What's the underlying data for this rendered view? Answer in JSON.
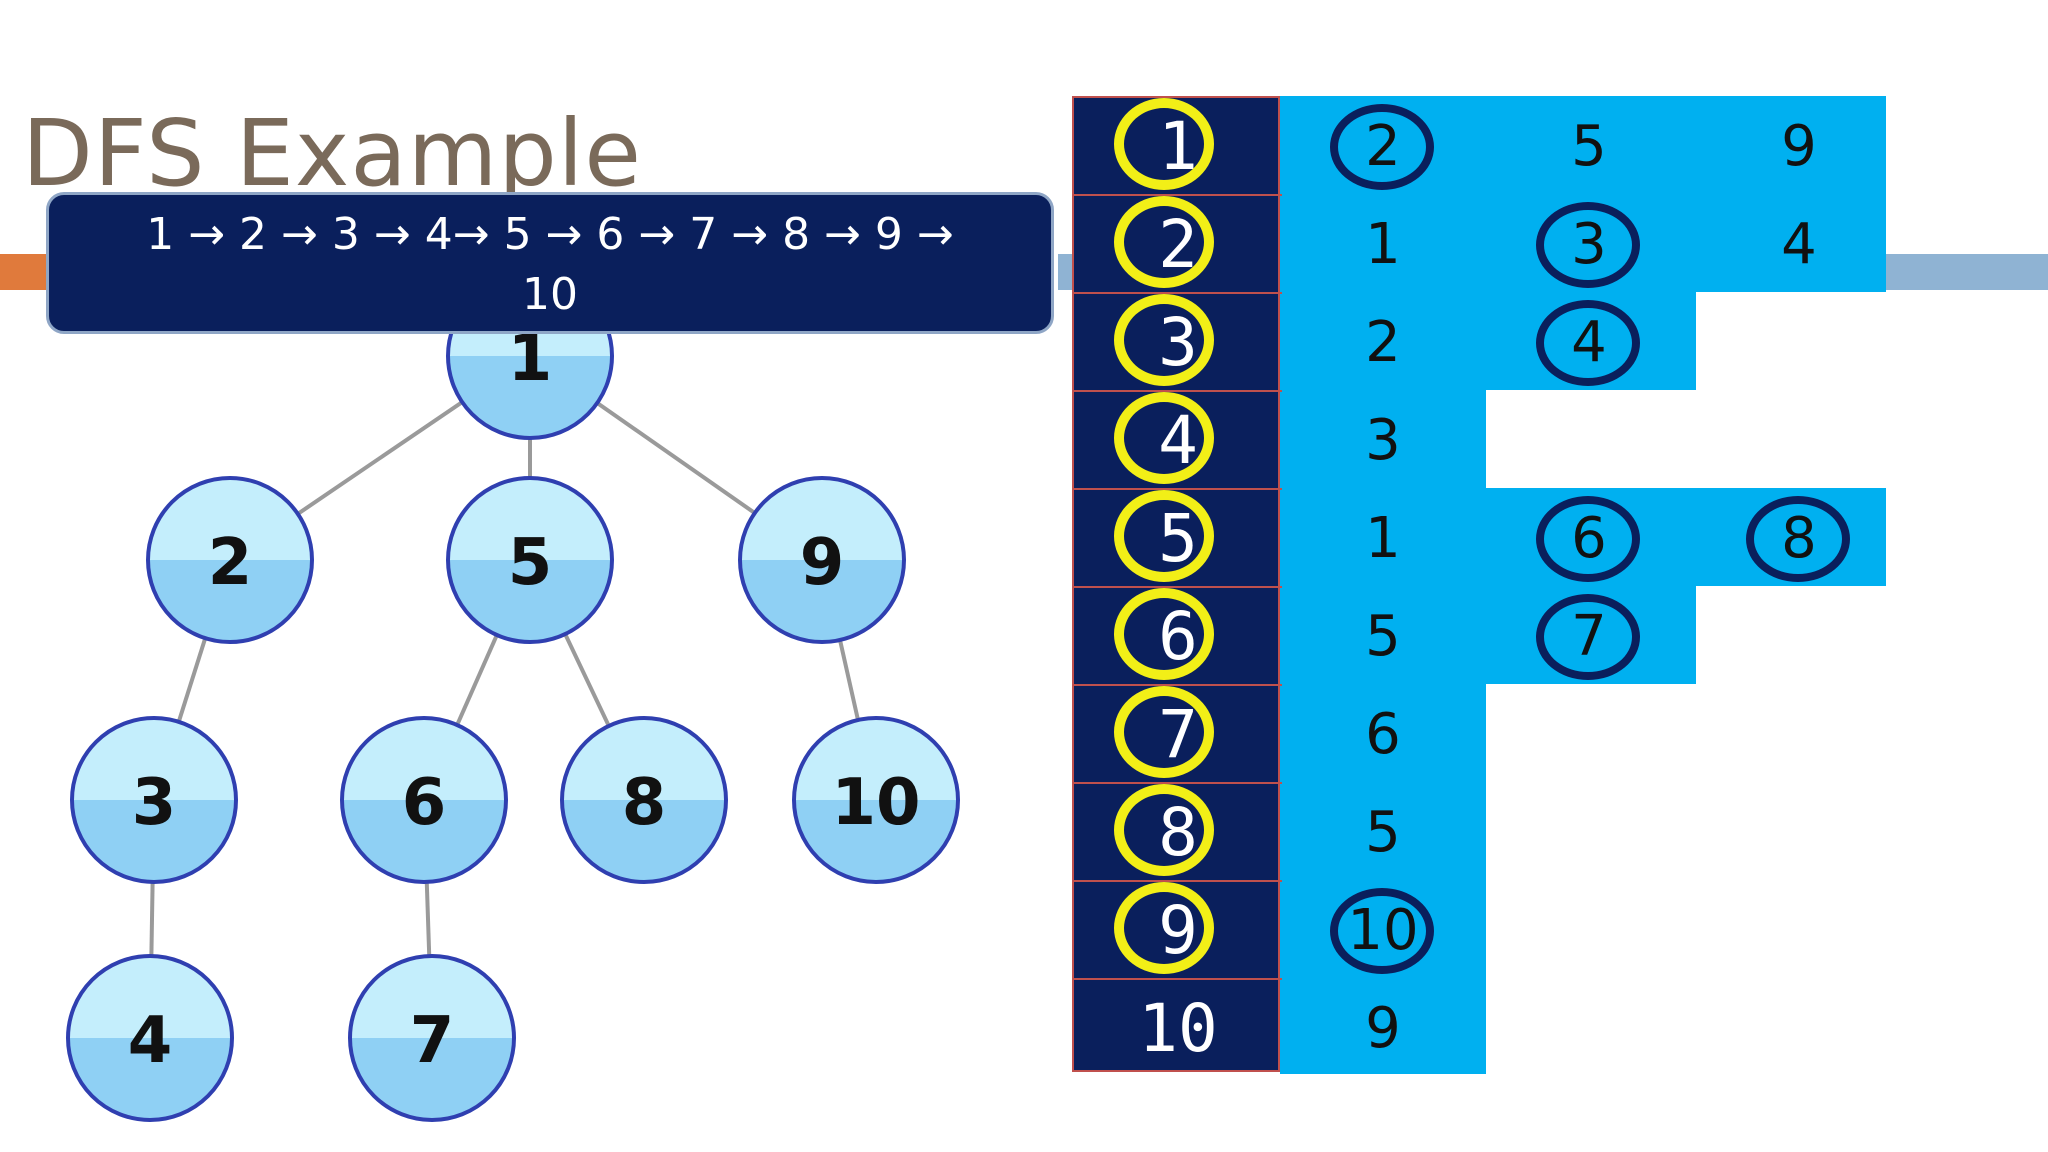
{
  "slide": {
    "title": "DFS Example",
    "visit_order_line1": "1 → 2 → 3 → 4→ 5 → 6 → 7 → 8 → 9 →",
    "visit_order_line2": "10"
  },
  "tree": {
    "nodes": [
      "1",
      "2",
      "5",
      "9",
      "3",
      "6",
      "8",
      "10",
      "4",
      "7"
    ],
    "edges": [
      [
        "1",
        "2"
      ],
      [
        "1",
        "5"
      ],
      [
        "1",
        "9"
      ],
      [
        "2",
        "3"
      ],
      [
        "3",
        "4"
      ],
      [
        "5",
        "6"
      ],
      [
        "5",
        "8"
      ],
      [
        "6",
        "7"
      ],
      [
        "9",
        "10"
      ]
    ]
  },
  "adjacency": {
    "vertices": [
      "1",
      "2",
      "3",
      "4",
      "5",
      "6",
      "7",
      "8",
      "9",
      "10"
    ],
    "rows": [
      [
        "2",
        "5",
        "9"
      ],
      [
        "1",
        "3",
        "4"
      ],
      [
        "2",
        "4"
      ],
      [
        "3"
      ],
      [
        "1",
        "6",
        "8"
      ],
      [
        "5",
        "7"
      ],
      [
        "6"
      ],
      [
        "5"
      ],
      [
        "10"
      ],
      [
        "9"
      ]
    ],
    "visited_vertices": [
      "1",
      "2",
      "3",
      "4",
      "5",
      "6",
      "7",
      "8",
      "9"
    ]
  },
  "colors": {
    "title": "#7a6a5a",
    "callout_bg": "#0a1f5c",
    "adj_header": "#0a1f5c",
    "adj_fill": "#00b0f0",
    "visited_ring": "#f2ef17",
    "neighbor_ring": "#0a1f5c",
    "node_top": "#c4eefc",
    "node_bottom": "#8fd0f4",
    "node_border": "#2f3fb0"
  }
}
